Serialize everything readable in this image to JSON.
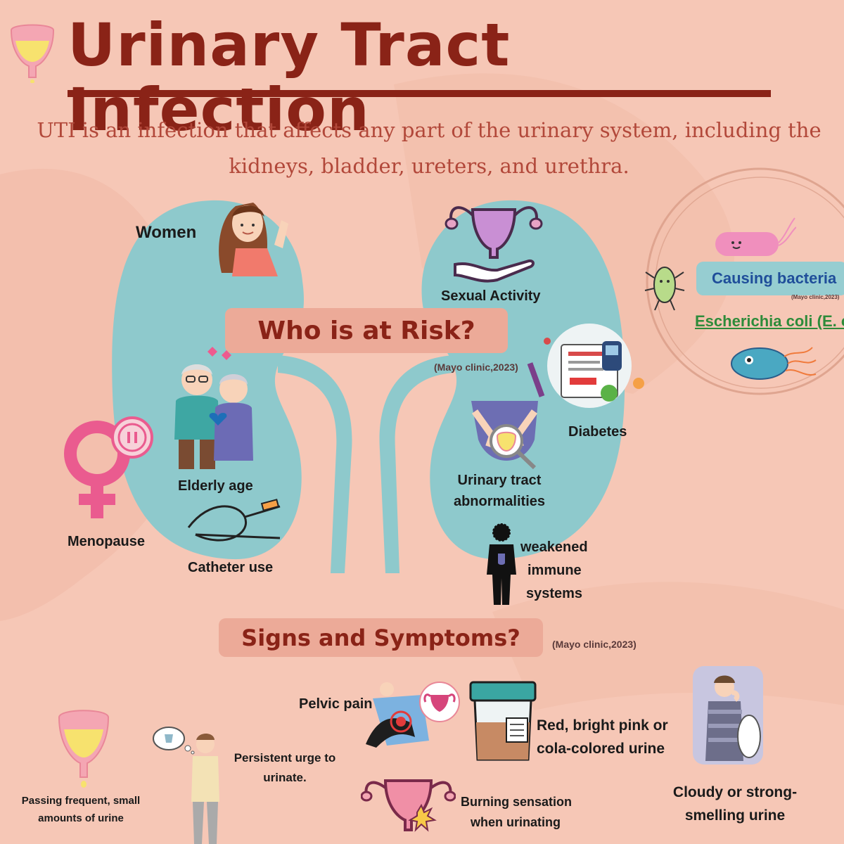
{
  "header": {
    "title": "Urinary Tract Infection",
    "subtitle": "UTI is an infection that affects any part of the urinary system, including the kidneys, bladder, ureters, and urethra."
  },
  "risk": {
    "heading": "Who is at Risk?",
    "citation": "(Mayo clinic,2023)",
    "factors": {
      "women": "Women",
      "sexual_activity": "Sexual Activity",
      "elderly_age": "Elderly age",
      "menopause": "Menopause",
      "catheter_use": "Catheter use",
      "diabetes": "Diabetes",
      "urinary_abnormalities": [
        "Urinary tract",
        "abnormalities"
      ],
      "weakened_immune": [
        "weakened",
        "immune",
        "systems"
      ]
    }
  },
  "bacteria": {
    "label": "Causing bacteria",
    "citation": "(Mayo clinic,2023)",
    "name": "Escherichia coli (E. co"
  },
  "symptoms": {
    "heading": "Signs and Symptoms?",
    "citation": "(Mayo clinic,2023)",
    "items": {
      "frequent": [
        "Passing frequent, small",
        "amounts of urine"
      ],
      "urge": [
        "Persistent urge to",
        "urinate."
      ],
      "pelvic_pain": "Pelvic pain",
      "burning": [
        "Burning sensation",
        "when urinating"
      ],
      "red_urine": [
        "Red, bright pink or",
        "cola-colored urine"
      ],
      "cloudy": [
        "Cloudy or strong-",
        "smelling urine"
      ]
    }
  },
  "colors": {
    "background": "#f6c7b6",
    "title": "#8a2317",
    "subtitle": "#b2483a",
    "kidney": "#8ec9cc",
    "pill": "#ecaa98",
    "bacteria_box": "#96cdd1",
    "bacteria_text": "#1f4e9a",
    "ecoli_text": "#2e8b3a"
  },
  "icons": [
    "bladder-icon",
    "woman-icon",
    "uterus-icon",
    "elderly-couple-icon",
    "female-symbol-icon",
    "clock-icon",
    "catheter-icon",
    "diabetes-icon",
    "pelvis-icon",
    "immune-silhouette-icon",
    "green-bacteria-icon",
    "pink-bacteria-icon",
    "blue-bacteria-icon",
    "urine-cup-icon",
    "person-urge-icon",
    "sitting-person-icon",
    "smell-person-icon"
  ]
}
